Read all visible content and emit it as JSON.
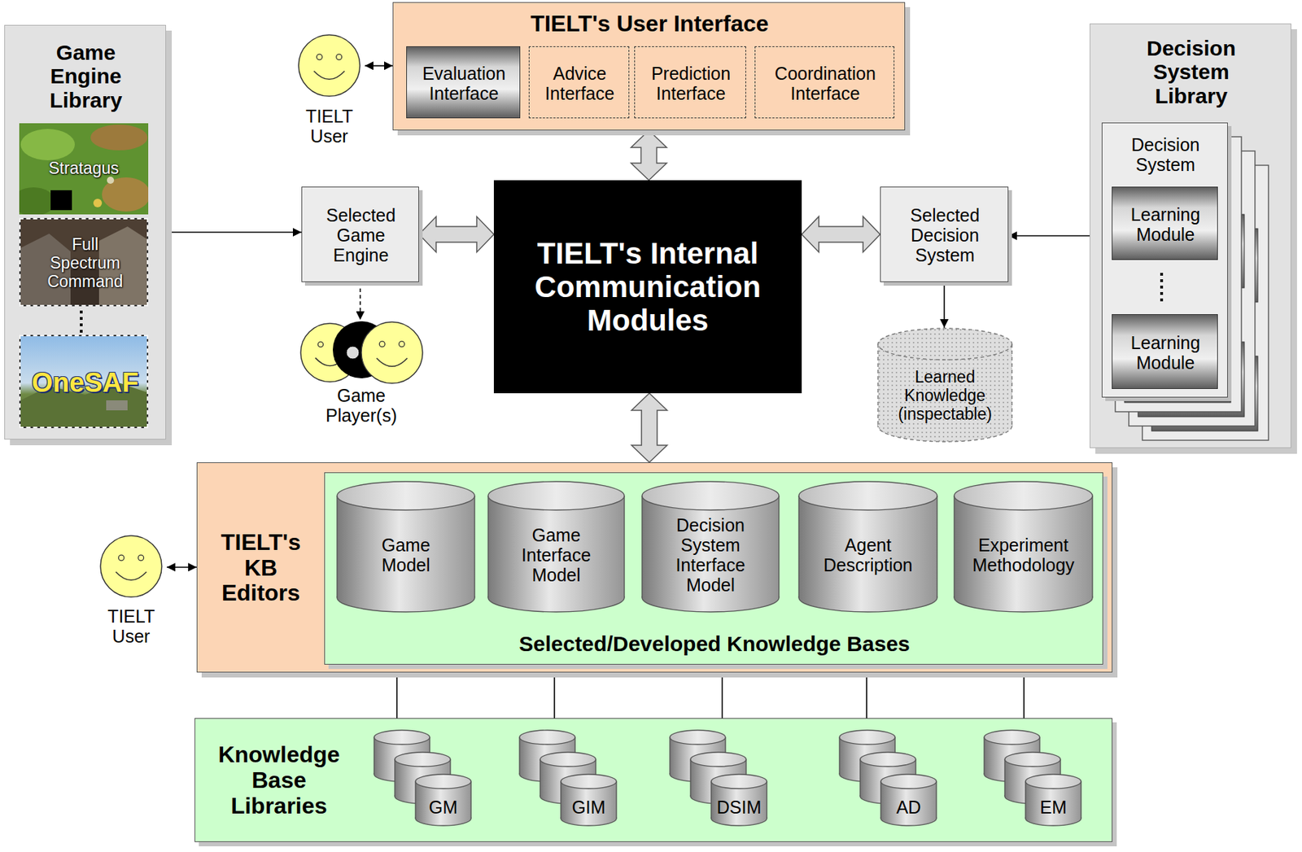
{
  "diagram": {
    "nodes": [
      {
        "text": [
          "Game Engine Library"
        ]
      },
      {
        "text": [
          "Stratagus"
        ],
        "in": 0
      },
      {
        "text": [
          "Full Spectrum Command"
        ],
        "in": 0
      },
      {
        "text": [
          "OneSAF"
        ],
        "in": 0
      },
      {
        "text": [
          "TIELT User"
        ]
      },
      {
        "text": [
          "TIELT's User Interface"
        ]
      },
      {
        "text": [
          "Evaluation Interface"
        ],
        "in": 5
      },
      {
        "text": [
          "Advice Interface"
        ],
        "in": 5
      },
      {
        "text": [
          "Prediction Interface"
        ],
        "in": 5
      },
      {
        "text": [
          "Coordination Interface"
        ],
        "in": 5
      },
      {
        "text": [
          "Decision System Library"
        ]
      },
      {
        "text": [
          "Decision System"
        ],
        "in": 10
      },
      {
        "text": [
          "Learning Module"
        ],
        "in": 11
      },
      {
        "text": [
          "Learning Module"
        ],
        "in": 11
      },
      {
        "text": [
          "Selected Game Engine"
        ]
      },
      {
        "text": [
          "TIELT's Internal Communication Modules"
        ]
      },
      {
        "text": [
          "Selected Decision System"
        ]
      },
      {
        "text": [
          "Game Player(s)"
        ]
      },
      {
        "text": [
          "Learned Knowledge (inspectable)"
        ]
      },
      {
        "text": [
          "TIELT User"
        ]
      },
      {
        "text": [
          "TIELT's KB Editors"
        ]
      },
      {
        "text": [
          "Selected/Developed Knowledge Bases"
        ],
        "in": 20
      },
      {
        "text": [
          "Game Model"
        ],
        "in": 21
      },
      {
        "text": [
          "Game Interface Model"
        ],
        "in": 21
      },
      {
        "text": [
          "Decision System Interface Model"
        ],
        "in": 21
      },
      {
        "text": [
          "Agent Description"
        ],
        "in": 21
      },
      {
        "text": [
          "Experiment Methodology"
        ],
        "in": 21
      },
      {
        "text": [
          "Knowledge Base Libraries"
        ]
      },
      {
        "text": [
          "GM"
        ],
        "in": 27
      },
      {
        "text": [
          "GIM"
        ],
        "in": 27
      },
      {
        "text": [
          "DSIM"
        ],
        "in": 27
      },
      {
        "text": [
          "AD"
        ],
        "in": 27
      },
      {
        "text": [
          "EM"
        ],
        "in": 27
      }
    ],
    "edges": [
      {
        "from": 4,
        "to": 5,
        "arrow": "both"
      },
      {
        "from": 0,
        "to": 14,
        "arrow": "to"
      },
      {
        "from": 14,
        "to": 15,
        "arrow": "both"
      },
      {
        "from": 14,
        "to": 17,
        "arrow": "to"
      },
      {
        "from": 5,
        "to": 15,
        "arrow": "both"
      },
      {
        "from": 15,
        "to": 16,
        "arrow": "both"
      },
      {
        "from": 10,
        "to": 16,
        "arrow": "to"
      },
      {
        "from": 16,
        "to": 18,
        "arrow": "to"
      },
      {
        "from": 15,
        "to": 20,
        "arrow": "both"
      },
      {
        "from": 19,
        "to": 20,
        "arrow": "both"
      },
      {
        "from": 28,
        "to": 21,
        "arrow": "to"
      },
      {
        "from": 29,
        "to": 21,
        "arrow": "to"
      },
      {
        "from": 30,
        "to": 21,
        "arrow": "to"
      },
      {
        "from": 31,
        "to": 21,
        "arrow": "to"
      },
      {
        "from": 32,
        "to": 21,
        "arrow": "to"
      }
    ]
  }
}
